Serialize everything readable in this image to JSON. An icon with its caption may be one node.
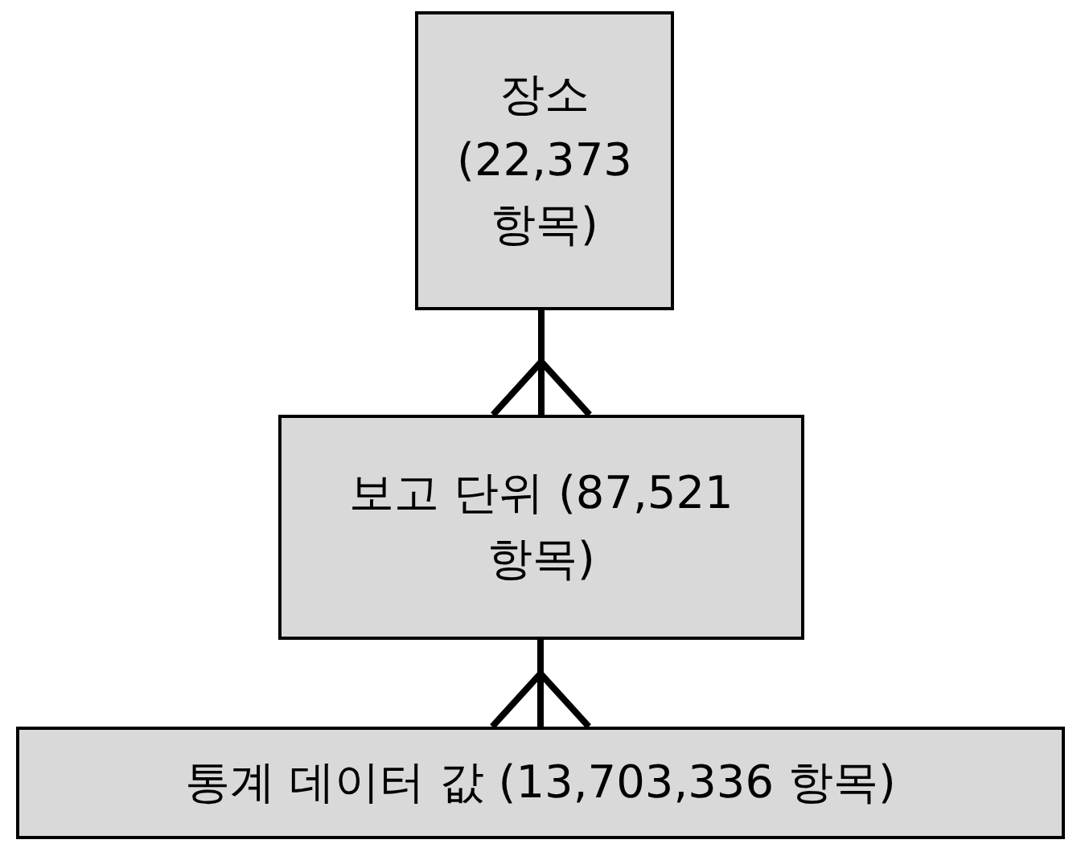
{
  "diagram": {
    "nodes": [
      {
        "text": [
          "장소 (22,373 항목)"
        ]
      },
      {
        "text": [
          "보고 단위 (87,521 항목)"
        ]
      },
      {
        "text": [
          "통계 데이터 값 (13,703,336 항목)"
        ]
      }
    ],
    "edges": [
      {
        "from": 0,
        "to": 1,
        "arrow": "other"
      },
      {
        "from": 1,
        "to": 2,
        "arrow": "other"
      }
    ]
  }
}
